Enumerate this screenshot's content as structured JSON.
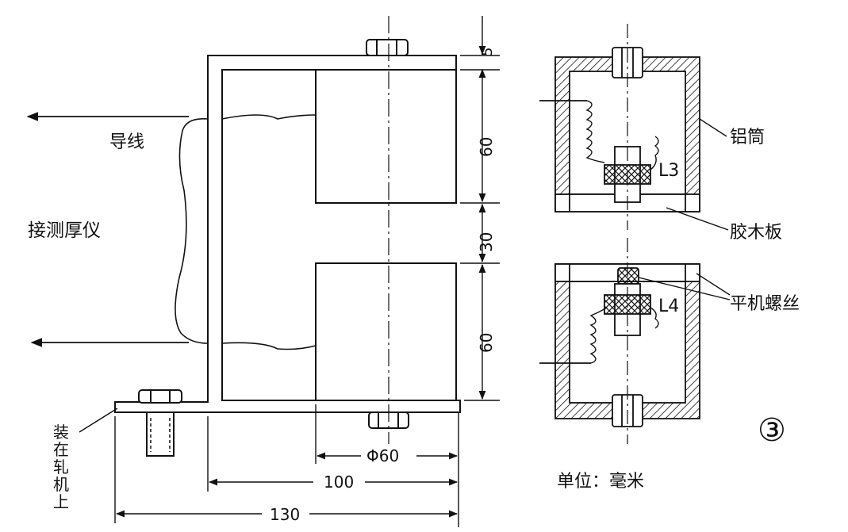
{
  "labels": {
    "wire": "导线",
    "to_gauge": "接测厚仪",
    "mount": [
      "装",
      "在",
      "轧",
      "机",
      "上"
    ],
    "al_can": "铝筒",
    "bakelite": "胶木板",
    "screw": "平机螺丝",
    "coil_upper": "L3",
    "coil_lower": "L4",
    "unit": "单位：毫米",
    "fig_no": "③"
  },
  "dimensions": {
    "d5": "5",
    "d60_upper": "60",
    "d30": "30",
    "d60_lower": "60",
    "phi60": "Φ60",
    "d100": "100",
    "d130": "130"
  }
}
